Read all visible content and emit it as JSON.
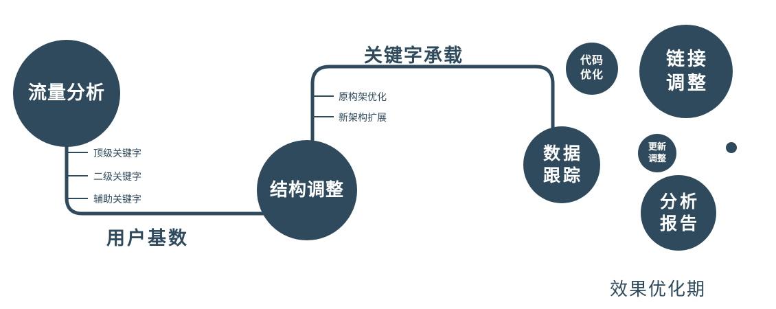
{
  "theme": {
    "node_color": "#2e4a5c",
    "line_color": "#2e4a5c",
    "label_color": "#2e4a5c",
    "node_text_color": "#ffffff",
    "background": "#ffffff"
  },
  "nodes": {
    "traffic_analysis": {
      "label": "流量分析"
    },
    "structure_adjust": {
      "label": "结构调整"
    },
    "data_tracking": {
      "line1": "数据",
      "line2": "跟踪"
    },
    "code_optimization": {
      "line1": "代码",
      "line2": "优化"
    },
    "link_adjustment": {
      "line1": "链接",
      "line2": "调整"
    },
    "update_adjustment": {
      "line1": "更新",
      "line2": "调整"
    },
    "analysis_report": {
      "line1": "分析",
      "line2": "报告"
    }
  },
  "edge_labels": {
    "user_base": "用户基数",
    "keyword_carrying": "关键字承载"
  },
  "branches": {
    "traffic_keywords": [
      "顶级关键字",
      "二级关键字",
      "辅助关键字"
    ],
    "structure_items": [
      "原构架优化",
      "新架构扩展"
    ]
  },
  "caption": "效果优化期"
}
